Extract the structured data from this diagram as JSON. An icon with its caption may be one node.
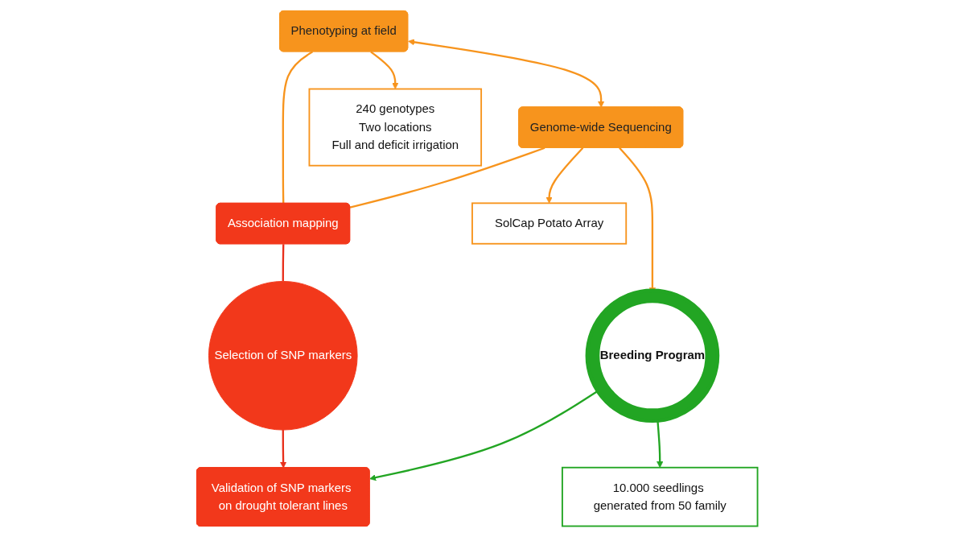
{
  "diagram": {
    "nodes": [
      {
        "text": [
          "Selection of SNP markers"
        ]
      },
      {
        "text": [
          "Association mapping"
        ]
      },
      {
        "text": [
          "Phenotyping at field"
        ]
      },
      {
        "text": [
          "Genome-wide Sequencing"
        ]
      },
      {
        "text": [
          "Breeding Program"
        ]
      },
      {
        "text": [
          "Validation of SNP markers on drought tolerant lines"
        ]
      },
      {
        "text": [
          "SolCap Potato Array"
        ]
      },
      {
        "text": [
          "240 genotypes",
          "Two locations",
          "Full and deficit irrigation"
        ]
      },
      {
        "text": [
          "10.000 seedlings generated from 50 family"
        ]
      }
    ],
    "edges": [
      {
        "from": 1,
        "to": 0,
        "arrow": "none",
        "color": "#e8301c"
      },
      {
        "from": 0,
        "to": 5,
        "arrow": "to",
        "color": "#e8301c"
      },
      {
        "from": 2,
        "to": 1,
        "arrow": "none"
      },
      {
        "from": 3,
        "to": 1,
        "arrow": "none"
      },
      {
        "from": 2,
        "to": 3,
        "arrow": "both"
      },
      {
        "from": 3,
        "to": 4,
        "arrow": "to"
      },
      {
        "from": 4,
        "to": 5,
        "arrow": "to",
        "color": "#22a523"
      },
      {
        "from": 2,
        "to": 7,
        "arrow": "to"
      },
      {
        "from": 3,
        "to": 6,
        "arrow": "to"
      },
      {
        "from": 4,
        "to": 8,
        "arrow": "to",
        "color": "#22a523"
      }
    ]
  }
}
